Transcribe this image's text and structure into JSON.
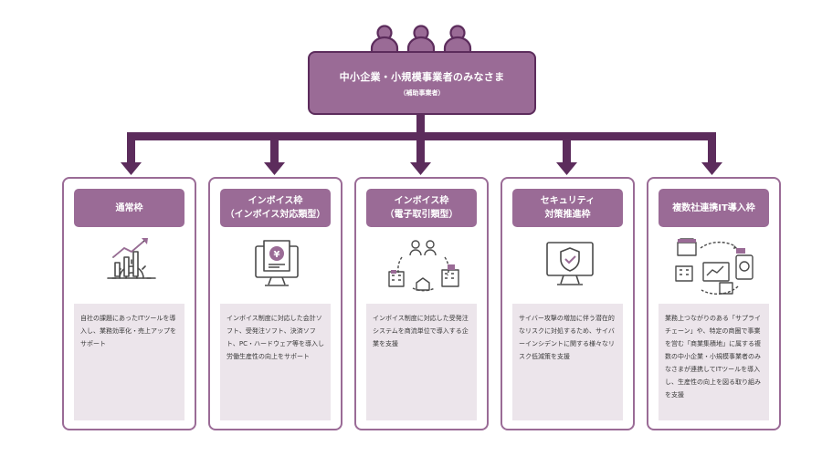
{
  "header": {
    "title": "中小企業・小規模事業者のみなさま",
    "subtitle": "（補助事業者）"
  },
  "colors": {
    "primary": "#9a6b96",
    "dark": "#5c2c5c",
    "panel": "#ece5eb"
  },
  "categories": [
    {
      "title": "通常枠",
      "icon": "gear-growth-chart-icon",
      "description": "自社の課題にあったITツールを導入し、業務効率化・売上アップをサポート"
    },
    {
      "title": "インボイス枠\n（インボイス対応類型）",
      "icon": "monitor-yen-document-icon",
      "description": "インボイス制度に対応した会計ソフト、受発注ソフト、決済ソフト、PC・ハードウェア等を導入し労働生産性の向上をサポート"
    },
    {
      "title": "インボイス枠\n（電子取引類型）",
      "icon": "people-buildings-network-icon",
      "description": "インボイス制度に対応した受発注システムを商流単位で導入する企業を支援"
    },
    {
      "title": "セキュリティ\n対策推進枠",
      "icon": "monitor-shield-icon",
      "description": "サイバー攻撃の増加に伴う潜在的なリスクに対処するため、サイバーインシデントに関する様々なリスク低減策を支援"
    },
    {
      "title": "複数社連携IT導入枠",
      "icon": "shops-collaboration-icon",
      "description": "業務上つながりのある「サプライチェーン」や、特定の商圏で事業を営む「商業集積地」に属する複数の中小企業・小規模事業者のみなさまが連携してITツールを導入し、生産性の向上を図る取り組みを支援"
    }
  ]
}
